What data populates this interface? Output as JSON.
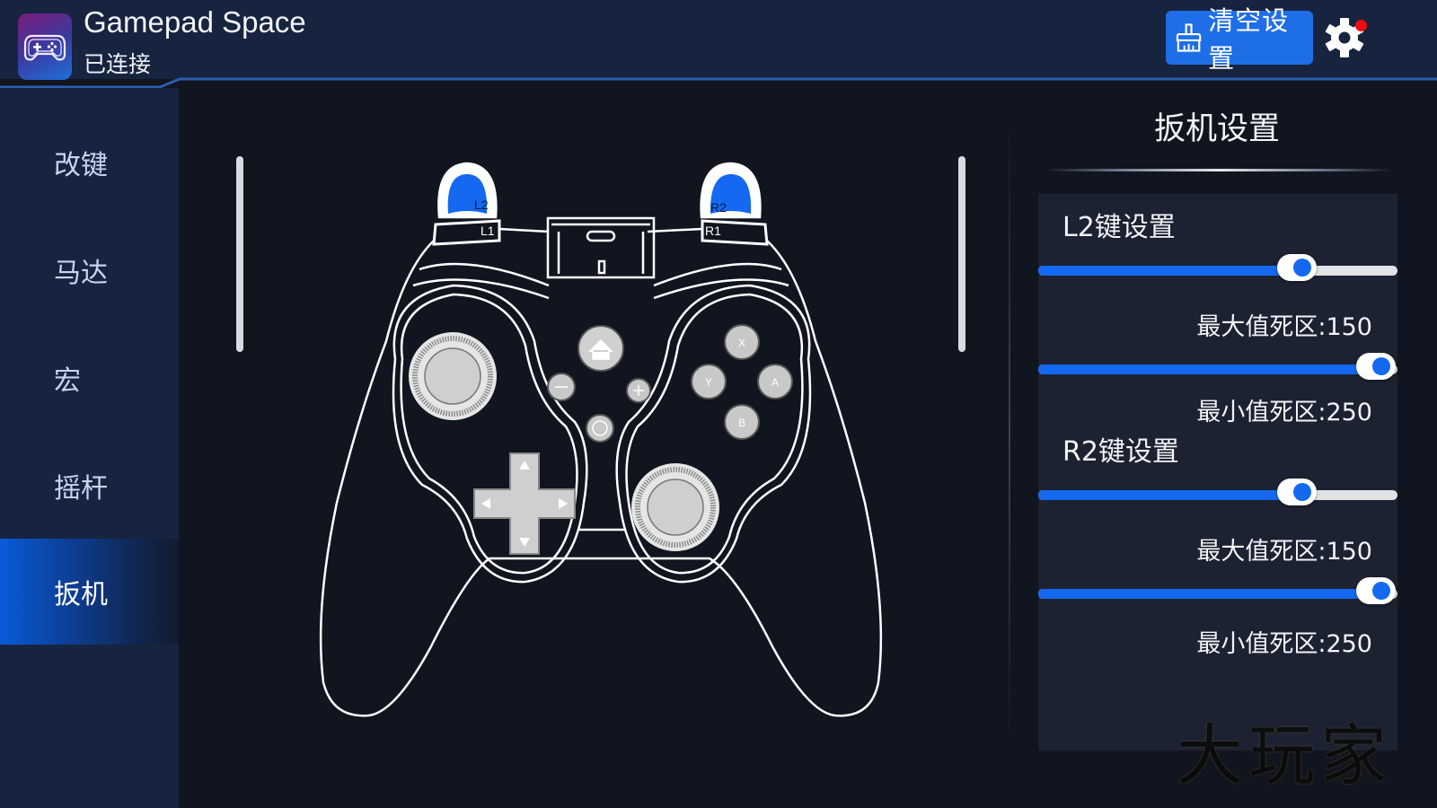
{
  "header": {
    "app_title": "Gamepad Space",
    "connection_status": "已连接",
    "clear_button_label": "清空设置",
    "settings_badge": true,
    "colors": {
      "header_bg": "#172440",
      "accent": "#1e6ee8",
      "badge": "#ee0c12"
    }
  },
  "sidebar": {
    "items": [
      {
        "label": "改键",
        "active": false
      },
      {
        "label": "马达",
        "active": false
      },
      {
        "label": "宏",
        "active": false
      },
      {
        "label": "摇杆",
        "active": false
      },
      {
        "label": "扳机",
        "active": true
      }
    ]
  },
  "controller": {
    "labels": {
      "l2": "L2",
      "r2": "R2",
      "l1": "L1",
      "r1": "R1"
    },
    "face_buttons": [
      "X",
      "Y",
      "A",
      "B"
    ],
    "highlighted": [
      "L2",
      "R2"
    ],
    "highlight_color": "#1469f0"
  },
  "panel": {
    "title": "扳机设置",
    "sections": [
      {
        "label": "L2键设置",
        "sliders": [
          {
            "name": "max",
            "fill_percent": 72
          },
          {
            "name": "min",
            "fill_percent": 100
          }
        ],
        "max_label": "最大值死区:150",
        "min_label": "最小值死区:250"
      },
      {
        "label": "R2键设置",
        "sliders": [
          {
            "name": "max",
            "fill_percent": 72
          },
          {
            "name": "min",
            "fill_percent": 100
          }
        ],
        "max_label": "最大值死区:150",
        "min_label": "最小值死区:250"
      }
    ]
  },
  "watermark": "大玩家"
}
